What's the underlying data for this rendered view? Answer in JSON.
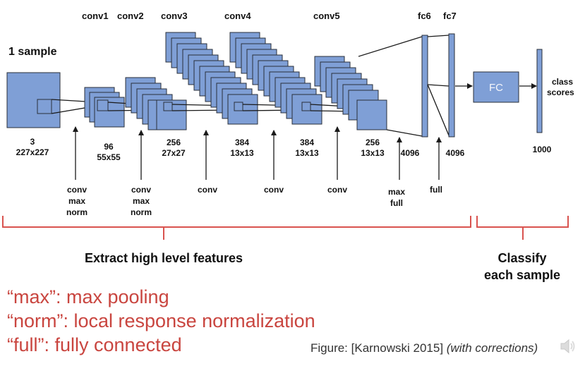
{
  "diagram": {
    "sample_label": "1 sample",
    "layers": [
      {
        "name": "conv1",
        "depth": "96",
        "size": "55x55",
        "ops": [
          "conv",
          "max",
          "norm"
        ]
      },
      {
        "name": "conv2",
        "depth": "256",
        "size": "27x27",
        "ops": [
          "conv",
          "max",
          "norm"
        ]
      },
      {
        "name": "conv3",
        "depth": "384",
        "size": "13x13",
        "ops": [
          "conv"
        ]
      },
      {
        "name": "conv4",
        "depth": "384",
        "size": "13x13",
        "ops": [
          "conv"
        ]
      },
      {
        "name": "conv5",
        "depth": "256",
        "size": "13x13",
        "ops": [
          "conv"
        ]
      },
      {
        "name": "fc6",
        "depth": "4096",
        "ops": [
          "max",
          "full"
        ]
      },
      {
        "name": "fc7",
        "depth": "4096",
        "ops": [
          "full"
        ]
      }
    ],
    "input_depth": "3",
    "input_size": "227x227",
    "fc_box_label": "FC",
    "output_label_line1": "class",
    "output_label_line2": "scores",
    "output_size": "1000",
    "section_extract": "Extract high level features",
    "section_classify_line1": "Classify",
    "section_classify_line2": "each sample",
    "colors": {
      "block": "#7f9fd6",
      "bracket": "#d9534f",
      "legend": "#c9453f"
    }
  },
  "legend": [
    "“max”: max pooling",
    "“norm”: local response normalization",
    "“full”: fully connected"
  ],
  "caption": {
    "main": "Figure: [Karnowski 2015] ",
    "note": "(with corrections)"
  }
}
